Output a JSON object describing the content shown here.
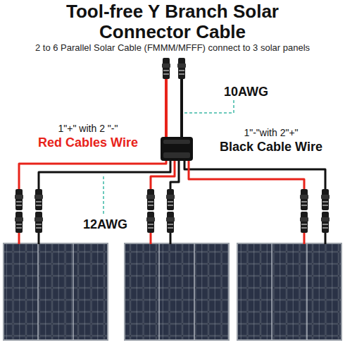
{
  "diagram": {
    "title": "Tool-free Y Branch Solar Connector Cable",
    "labels": [
      "2 to 6 Parallel Solar Cable (FMMM/MFFF) connect to 3 solar panels",
      "10AWG",
      "1\"+\" with 2 \"-\"",
      "Red Cables Wire",
      "1\"-\"with 2\"+\"",
      "Black Cable Wire",
      "12AWG"
    ]
  }
}
